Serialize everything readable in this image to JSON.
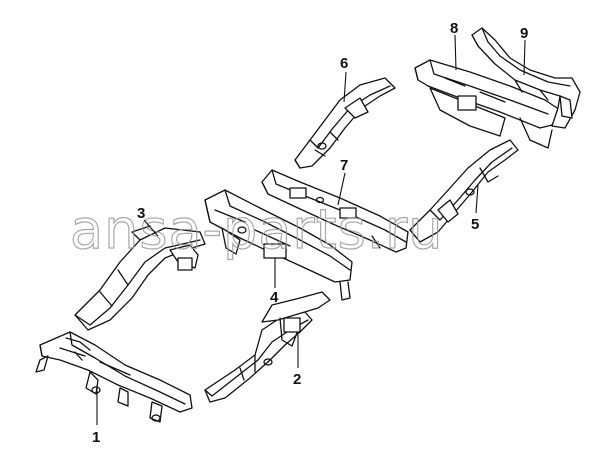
{
  "watermark": "ansa-parts.ru",
  "callouts": [
    {
      "id": "1",
      "label": "1"
    },
    {
      "id": "2",
      "label": "2"
    },
    {
      "id": "3",
      "label": "3"
    },
    {
      "id": "4",
      "label": "4"
    },
    {
      "id": "5",
      "label": "5"
    },
    {
      "id": "6",
      "label": "6"
    },
    {
      "id": "7",
      "label": "7"
    },
    {
      "id": "8",
      "label": "8"
    },
    {
      "id": "9",
      "label": "9"
    }
  ]
}
